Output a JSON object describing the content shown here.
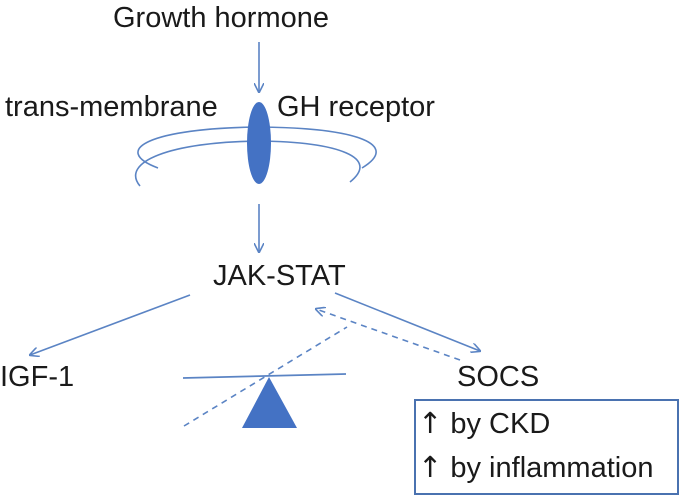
{
  "title": "Growth hormone",
  "receptor_left": "trans-membrane",
  "receptor_right": "GH receptor",
  "pathway": "JAK-STAT",
  "outcome_left": "IGF-1",
  "outcome_right": "SOCS",
  "notes": [
    {
      "arrow": "↑",
      "text": "by CKD"
    },
    {
      "arrow": "↑",
      "text": "by inflammation"
    }
  ],
  "colors": {
    "line": "#5b84c4",
    "fill": "#4472c4",
    "text": "#1a1a1a",
    "box_border": "#4a72b0"
  }
}
